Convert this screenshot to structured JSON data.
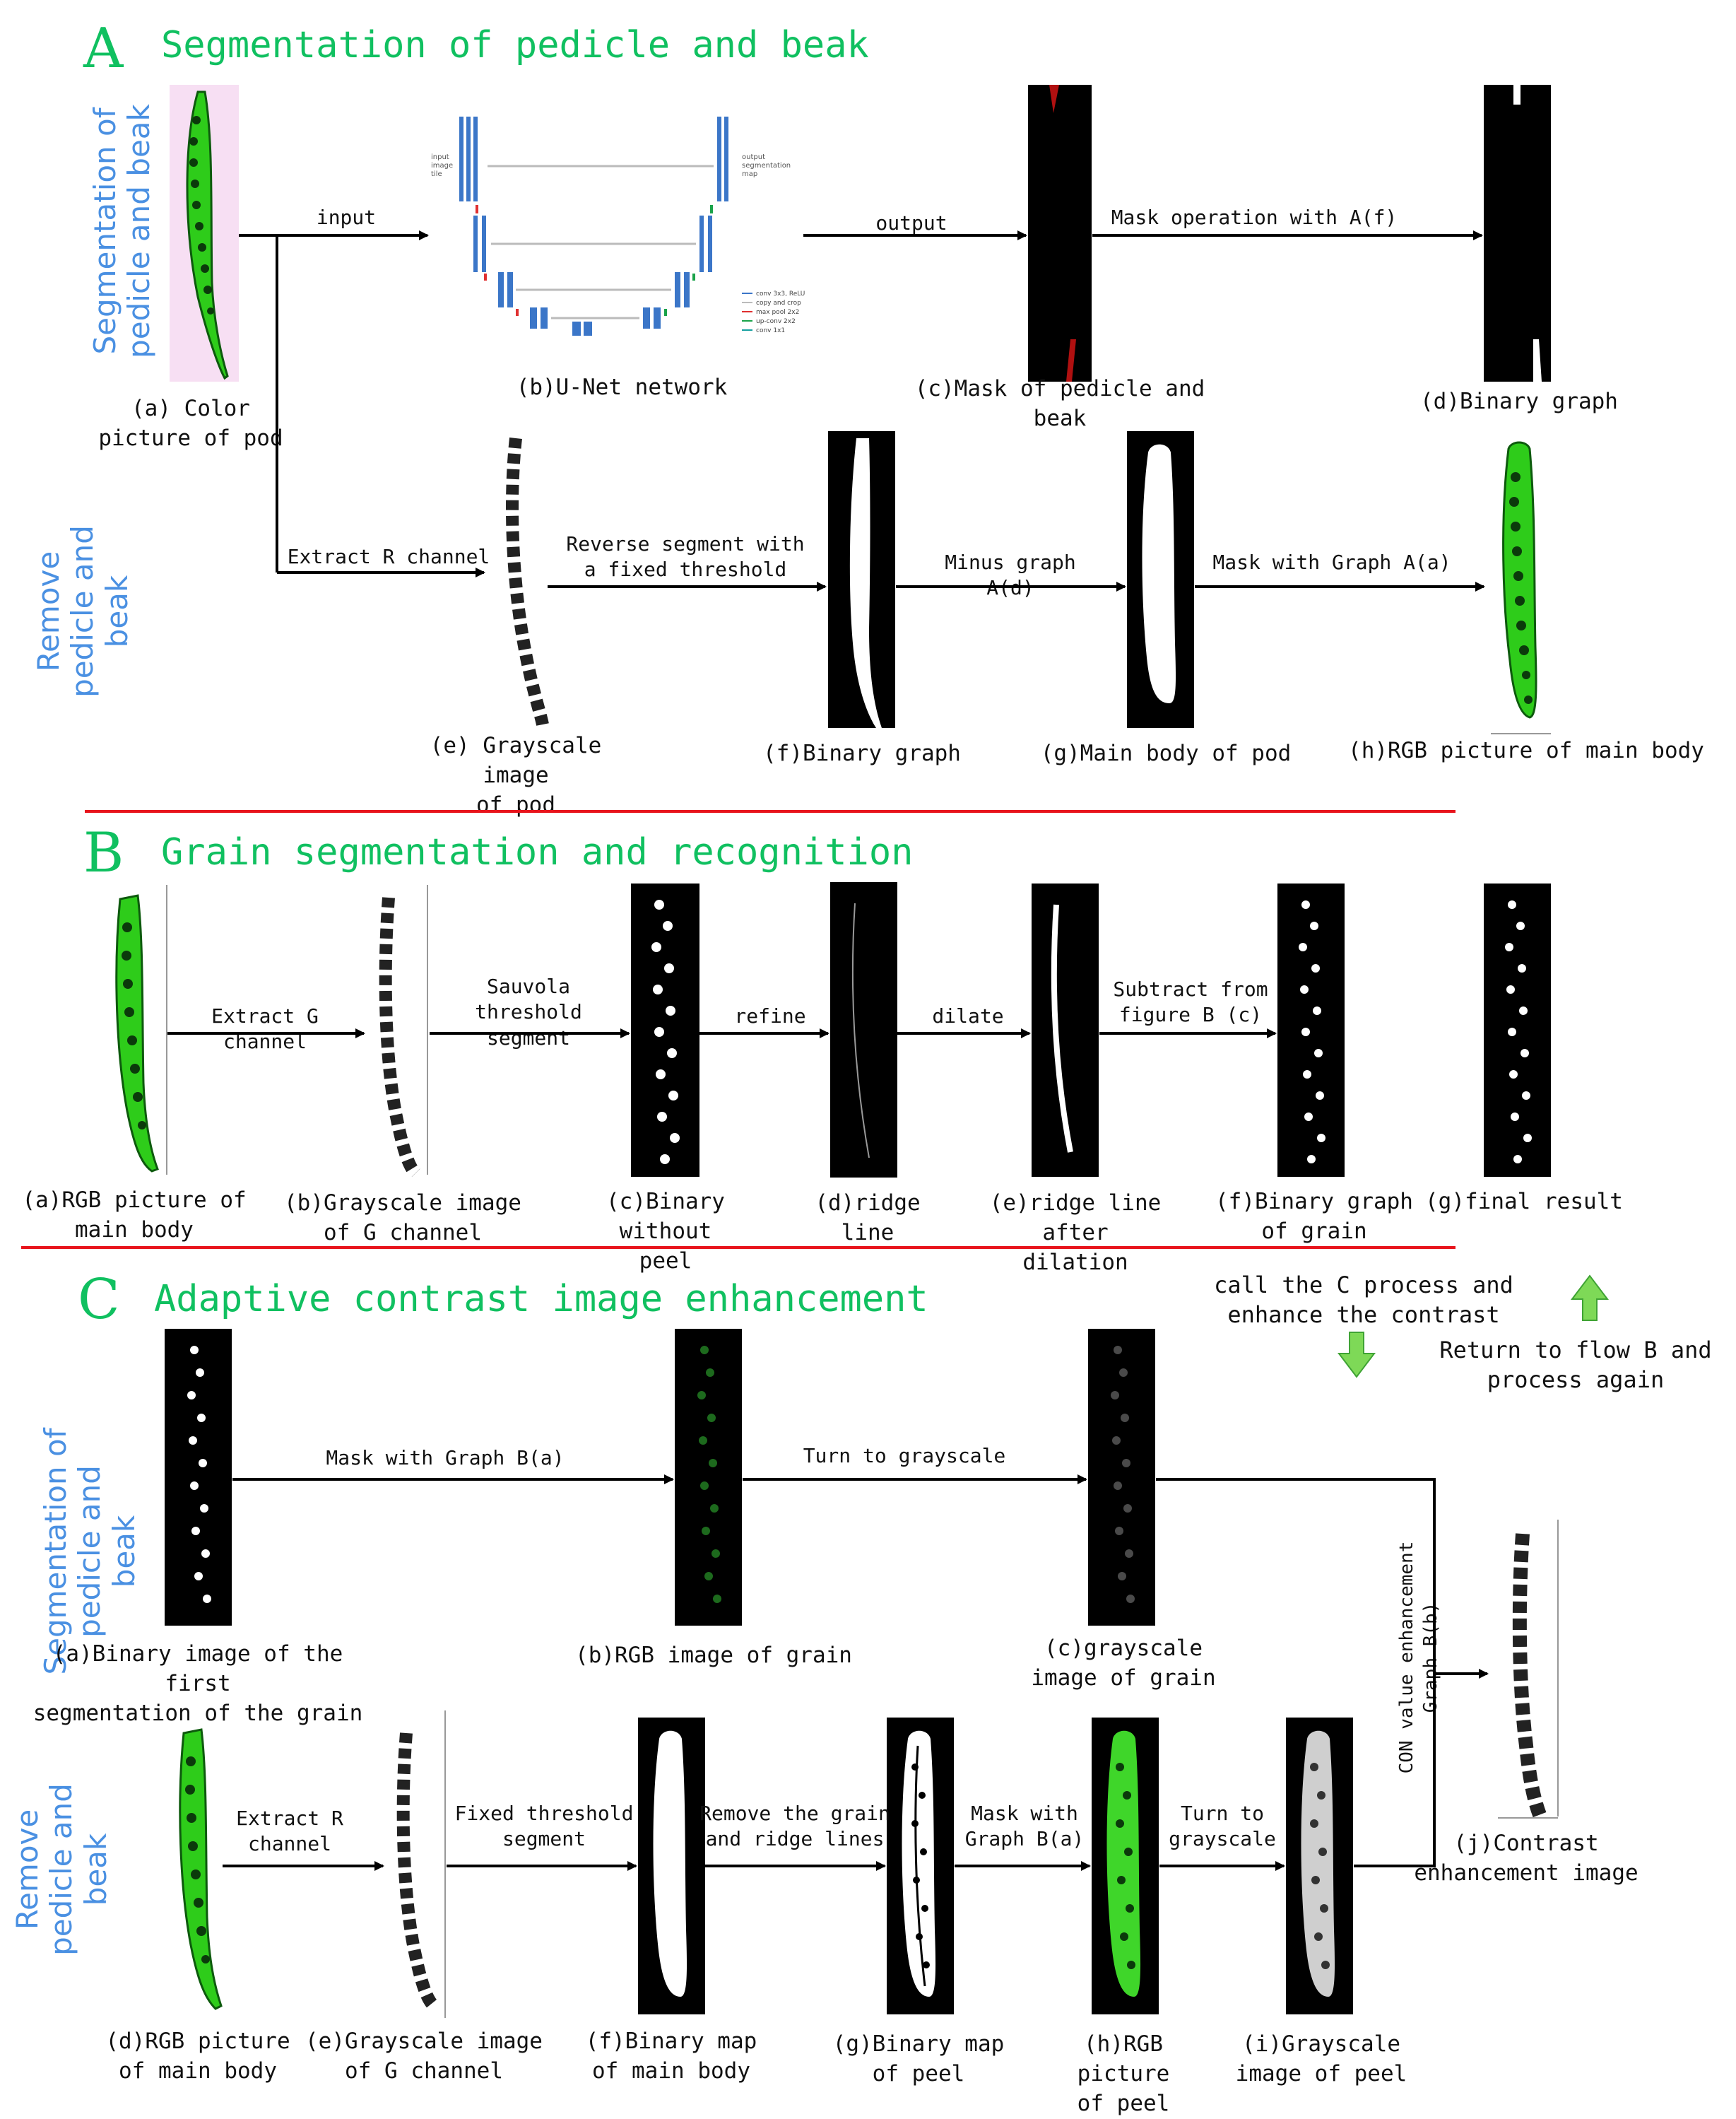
{
  "sectionA": {
    "letter": "A",
    "title": "Segmentation of pedicle and beak",
    "row1_side": "Segmentation of\npedicle and beak",
    "row2_side": "Remove\npedicle and\nbeak",
    "captions": {
      "a": "(a) Color\npicture of pod",
      "b": "(b)U-Net network",
      "c": "(c)Mask of pedicle and\nbeak",
      "d": "(d)Binary graph",
      "e": "(e) Grayscale image\nof pod",
      "f": "(f)Binary graph",
      "g": "(g)Main body of pod",
      "h": "(h)RGB picture of main body"
    },
    "arrows": {
      "input": "input",
      "output": "output",
      "mask_af": "Mask operation with A(f)",
      "extract_r": "Extract R channel",
      "reverse": "Reverse segment with\na fixed threshold",
      "minus": "Minus graph A(d)",
      "mask_ga": "Mask with Graph A(a)"
    }
  },
  "sectionB": {
    "letter": "B",
    "title": "Grain segmentation and recognition",
    "captions": {
      "a": "(a)RGB picture of\nmain body",
      "b": "(b)Grayscale image\nof G channel",
      "c": "(c)Binary without\npeel",
      "d": "(d)ridge line",
      "e": "(e)ridge line after\ndilation",
      "f": "(f)Binary graph\nof grain",
      "g": "(g)final result"
    },
    "arrows": {
      "extract_g": "Extract G channel",
      "sauvola": "Sauvola threshold\nsegment",
      "refine": "refine",
      "dilate": "dilate",
      "subtract": "Subtract from\nfigure B (c)"
    }
  },
  "sectionC": {
    "letter": "C",
    "title": "Adaptive contrast image enhancement",
    "row1_side": "Segmentation of\npedicle and\nbeak",
    "row2_side": "Remove\npedicle and\nbeak",
    "call_text": "call the C process and\nenhance the contrast",
    "return_text": "Return to flow B and\nprocess again",
    "con_text": "CON value enhancement\nGraph B(b)",
    "captions": {
      "a": "(a)Binary image of the first\nsegmentation of the grain",
      "b": "(b)RGB image of grain",
      "c": "(c)grayscale\nimage of grain",
      "j": "(j)Contrast\nenhancement image",
      "d": "(d)RGB picture\nof main body",
      "e": "(e)Grayscale image\nof G channel",
      "f": "(f)Binary map\nof main body",
      "g": "(g)Binary map\nof peel",
      "h": "(h)RGB picture\nof peel",
      "i": "(i)Grayscale\nimage of peel"
    },
    "arrows": {
      "mask_gb": "Mask with Graph B(a)",
      "turn_gray1": "Turn to grayscale",
      "extract_r": "Extract R\nchannel",
      "fixed": "Fixed threshold\nsegment",
      "remove": "Remove the grain\nand ridge lines",
      "mask_with": "Mask with\nGraph B(a)",
      "turn_gray2": "Turn to\ngrayscale"
    }
  },
  "unet_legend": [
    "conv 3x3, ReLU",
    "copy and crop",
    "max pool 2x2",
    "up-conv 2x2",
    "conv 1x1"
  ],
  "colors": {
    "title_green": "#10c060",
    "side_blue": "#4a90e2",
    "rule_red": "#e8141c",
    "pod_green": "#2ecc1a"
  }
}
